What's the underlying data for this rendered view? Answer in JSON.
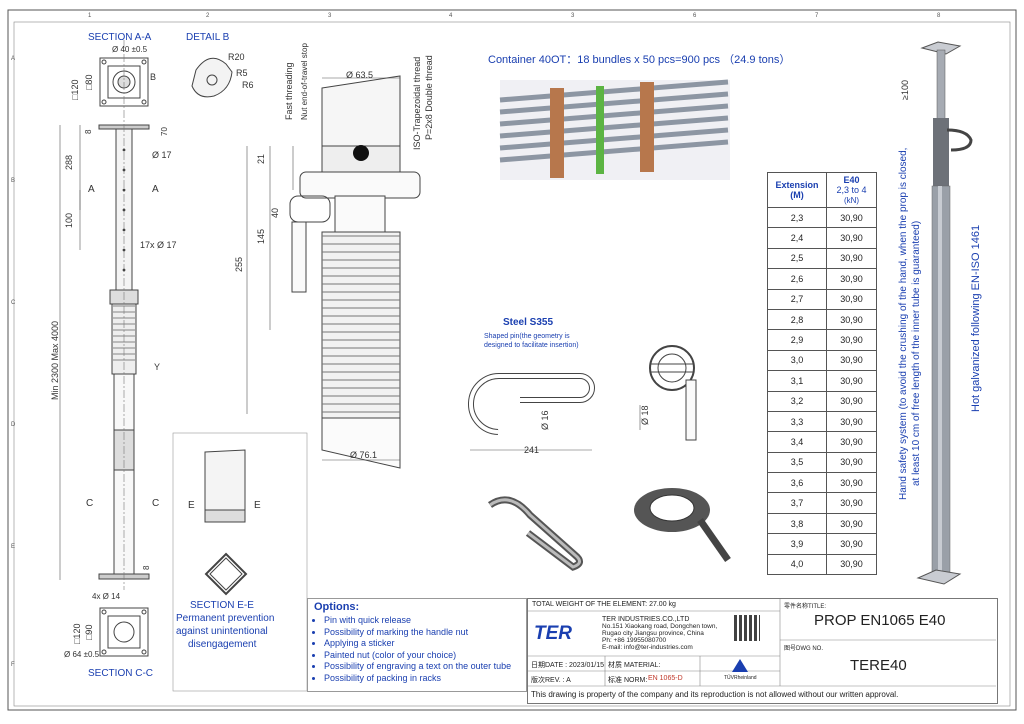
{
  "grid": {
    "top_numbers": [
      "1",
      "2",
      "3",
      "4",
      "3",
      "6",
      "7",
      "8"
    ],
    "side_letters": [
      "A",
      "B",
      "C",
      "D",
      "E",
      "F"
    ]
  },
  "section_aa": {
    "title": "SECTION A-A",
    "dia": "Ø 40 ±0.5",
    "sq1": "□120",
    "sq2": "□80",
    "b": "B"
  },
  "detail_b": {
    "title": "DETAIL B",
    "r1": "R20",
    "r2": "R5",
    "r3": "R6"
  },
  "left_view": {
    "dim_70": "70",
    "dim_8": "8",
    "dim_288": "288",
    "dim_d17": "Ø 17",
    "dim_100": "100",
    "dim_holes": "17x Ø 17",
    "marker_a": "A",
    "dim_minmax": "Min 2300 Max 4000",
    "marker_c": "C",
    "dim_8b": "8",
    "marker_y": "Y"
  },
  "thread_view": {
    "fast": "Fast threading",
    "nut_stop": "Nut end-of-travel stop",
    "iso": "ISO-Trapezoidal thread",
    "pitch": "P=2x8 Double thread",
    "d63": "Ø 63.5",
    "d21": "21",
    "d40": "40",
    "d145": "145",
    "d255": "255",
    "d76": "Ø 76.1"
  },
  "container": {
    "text": "Container 40OT：18 bundles x 50 pcs=900 pcs （24.9 tons）"
  },
  "steel": {
    "title": "Steel S355",
    "note1": "Shaped pin(the geometry is",
    "note2": "designed to facilitate insertion)",
    "d16": "Ø 16",
    "d241": "241",
    "d18": "Ø 18"
  },
  "table": {
    "h1": "Extension",
    "h1b": "(M)",
    "h2": "E40",
    "h2b": "2,3 to 4",
    "h2c": "(kN)",
    "rows": [
      [
        "2,3",
        "30,90"
      ],
      [
        "2,4",
        "30,90"
      ],
      [
        "2,5",
        "30,90"
      ],
      [
        "2,6",
        "30,90"
      ],
      [
        "2,7",
        "30,90"
      ],
      [
        "2,8",
        "30,90"
      ],
      [
        "2,9",
        "30,90"
      ],
      [
        "3,0",
        "30,90"
      ],
      [
        "3,1",
        "30,90"
      ],
      [
        "3,2",
        "30,90"
      ],
      [
        "3,3",
        "30,90"
      ],
      [
        "3,4",
        "30,90"
      ],
      [
        "3,5",
        "30,90"
      ],
      [
        "3,6",
        "30,90"
      ],
      [
        "3,7",
        "30,90"
      ],
      [
        "3,8",
        "30,90"
      ],
      [
        "3,9",
        "30,90"
      ],
      [
        "4,0",
        "30,90"
      ]
    ]
  },
  "right_notes": {
    "hand1": "Hand safety system (to avoid the crushing of the hand, when the prop is closed,",
    "hand2": "at least 10 cm of free length of the inner tube is guaranteed)",
    "galv": "Hot galvanized following EN-ISO 1461",
    "d100": "≥100"
  },
  "section_ee": {
    "e": "E",
    "title": "SECTION E-E",
    "l1": "Permanent prevention",
    "l2": "against unintentional",
    "l3": "disengagement"
  },
  "section_cc": {
    "title": "SECTION C-C",
    "holes": "4x Ø 14",
    "sq1": "□120",
    "sq2": "□90",
    "dia": "Ø 64 ±0.5"
  },
  "options": {
    "title": "Options:",
    "items": [
      "Pin with quick release",
      "Possibility of marking the handle nut",
      "Applying a sticker",
      "Painted nut (color of your choice)",
      "Possibility of engraving a text on the outer tube",
      "Possibility of packing in racks"
    ]
  },
  "title_block": {
    "weight": "TOTAL WEIGHT OF THE ELEMENT:  27.00 kg",
    "logo": "TER",
    "company": "TER INDUSTRIES.CO.,LTD",
    "addr1": "No.151 Xiaokang road, Dongchen town,",
    "addr2": "Rugao city Jiangsu province, China",
    "phone": "Ph: +86 19955080700",
    "email": "E-mail: info@ter-industries.com",
    "title_label": "零件名称TITLE:",
    "title": "PROP EN1065 E40",
    "dwg_label": "图号DWG NO.",
    "dwg": "TERE40",
    "date": "日期DATE : 2023/01/15",
    "material": "材质 MATERIAL:",
    "rev": "版次REV. : A",
    "norm_label": "标准 NORM:",
    "norm": "EN 1065-D",
    "tuv": "TÜVRheinland",
    "footer": "This drawing is property of the company and its reproduction is not allowed without our written approval."
  },
  "colors": {
    "accent": "#1a3fb0",
    "line": "#444444",
    "pipe": "#9aa0a8"
  }
}
